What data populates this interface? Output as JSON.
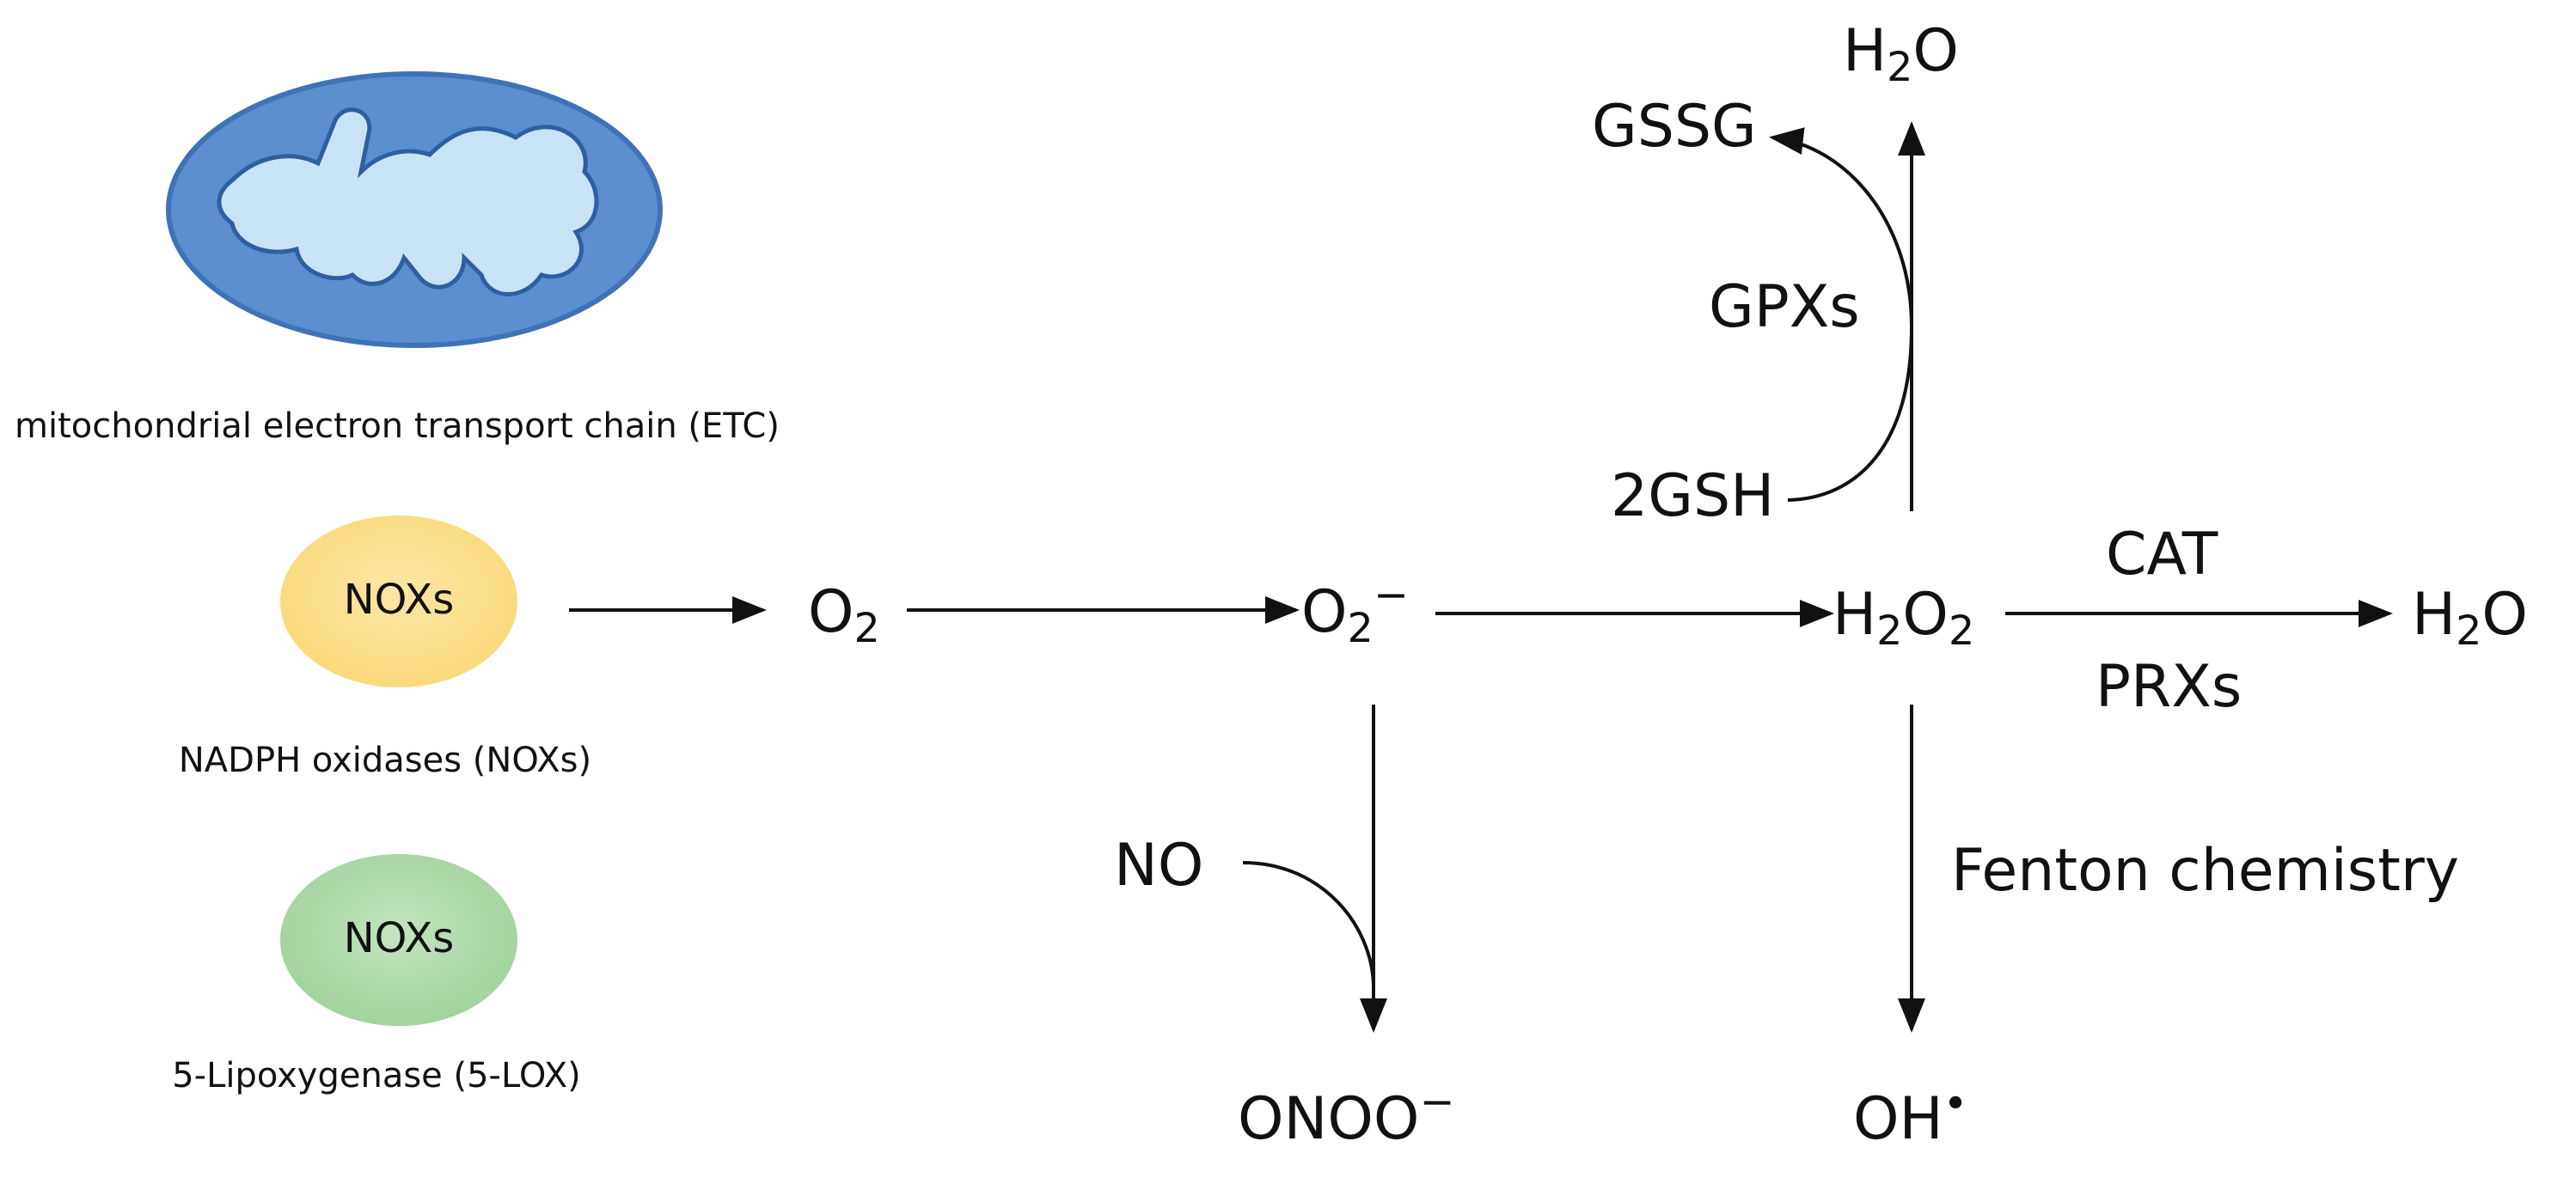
{
  "sources": [
    {
      "label": "mitochondrial electron transport chain (ETC)"
    },
    {
      "badge": "NOXs",
      "label": "NADPH oxidases (NOXs)"
    },
    {
      "badge": "NOXs",
      "label": "5-Lipoxygenase (5-LOX)"
    }
  ],
  "species": {
    "o2": {
      "base": "O",
      "sub": "2"
    },
    "superoxide": {
      "base": "O",
      "sub": "2",
      "sup": "−"
    },
    "h2o2": {
      "a": "H",
      "sub1": "2",
      "b": "O",
      "sub2": "2"
    },
    "h2o_top": {
      "a": "H",
      "sub": "2",
      "b": "O"
    },
    "h2o_right": {
      "a": "H",
      "sub": "2",
      "b": "O"
    },
    "gssg": "GSSG",
    "gsh": "2GSH",
    "no": "NO",
    "peroxynitrite": {
      "base": "ONOO",
      "sup": "−"
    },
    "hydroxyl": {
      "base": "OH",
      "sup": "•"
    }
  },
  "enzymes": {
    "gpx": "GPXs",
    "cat": "CAT",
    "prx": "PRXs",
    "fenton": "Fenton chemistry"
  },
  "colors": {
    "mito_outer": "#3f72b6",
    "mito_fill": "#5b8fd0",
    "mito_inner": "#c9e3f6",
    "nox_yellow": "#f9d878",
    "nox_yellow_edge": "#fbe6a6",
    "lox_green": "#9fd19b",
    "lox_green_edge": "#c4e4c0",
    "arrow": "#111111"
  }
}
